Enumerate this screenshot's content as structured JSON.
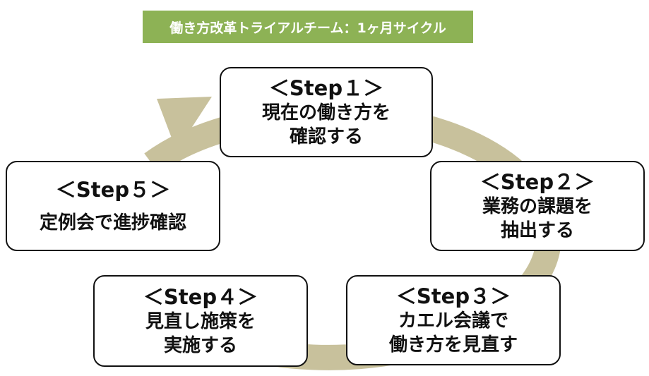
{
  "title": "働き方改革トライアルチーム：1ヶ月サイクル",
  "colors": {
    "banner": "#8db255",
    "arrow": "#c8c19c",
    "box_border": "#111111"
  },
  "steps": [
    {
      "title": "＜Step１＞",
      "lines": [
        "現在の働き方を",
        "確認する"
      ]
    },
    {
      "title": "＜Step２＞",
      "lines": [
        "業務の課題を",
        "抽出する"
      ]
    },
    {
      "title": "＜Step３＞",
      "lines": [
        "カエル会議で",
        "働き方を見直す"
      ]
    },
    {
      "title": "＜Step４＞",
      "lines": [
        "見直し施策を",
        "実施する"
      ]
    },
    {
      "title": "＜Step５＞",
      "lines": [
        "定例会で進捗確認"
      ]
    }
  ]
}
